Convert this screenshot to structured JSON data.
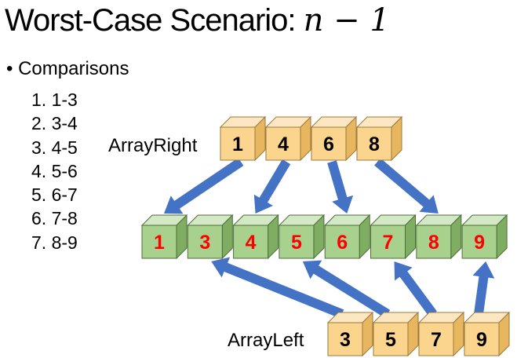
{
  "title": {
    "text": "Worst-Case Scenario: ",
    "math": "n − 1"
  },
  "bullet_label": "Comparisons",
  "comparisons": [
    "1. 1-3",
    "2. 3-4",
    "3. 4-5",
    "4. 5-6",
    "5. 6-7",
    "6. 7-8",
    "7. 8-9"
  ],
  "array_right": {
    "label": "ArrayRight",
    "values": [
      "1",
      "4",
      "6",
      "8"
    ]
  },
  "merged": {
    "values": [
      "1",
      "3",
      "4",
      "5",
      "6",
      "7",
      "8",
      "9"
    ]
  },
  "array_left": {
    "label": "ArrayLeft",
    "values": [
      "3",
      "5",
      "7",
      "9"
    ]
  },
  "arrows": [
    {
      "from": "array_right",
      "from_index": 0,
      "to_index": 0
    },
    {
      "from": "array_right",
      "from_index": 1,
      "to_index": 2
    },
    {
      "from": "array_right",
      "from_index": 2,
      "to_index": 4
    },
    {
      "from": "array_right",
      "from_index": 3,
      "to_index": 6
    },
    {
      "from": "array_left",
      "from_index": 0,
      "to_index": 1
    },
    {
      "from": "array_left",
      "from_index": 1,
      "to_index": 3
    },
    {
      "from": "array_left",
      "from_index": 2,
      "to_index": 5
    },
    {
      "from": "array_left",
      "from_index": 3,
      "to_index": 7
    }
  ],
  "colors": {
    "input_face": "#FBD58E",
    "input_top": "#FDE7C2",
    "input_side": "#E8B65E",
    "input_stroke": "#9A7A3E",
    "merged_face": "#A9D18E",
    "merged_top": "#D3E8C5",
    "merged_side": "#7FAE63",
    "merged_stroke": "#4E6E3A",
    "merged_text": "#FF0000",
    "input_text": "#000000",
    "arrow": "#4472C4"
  }
}
